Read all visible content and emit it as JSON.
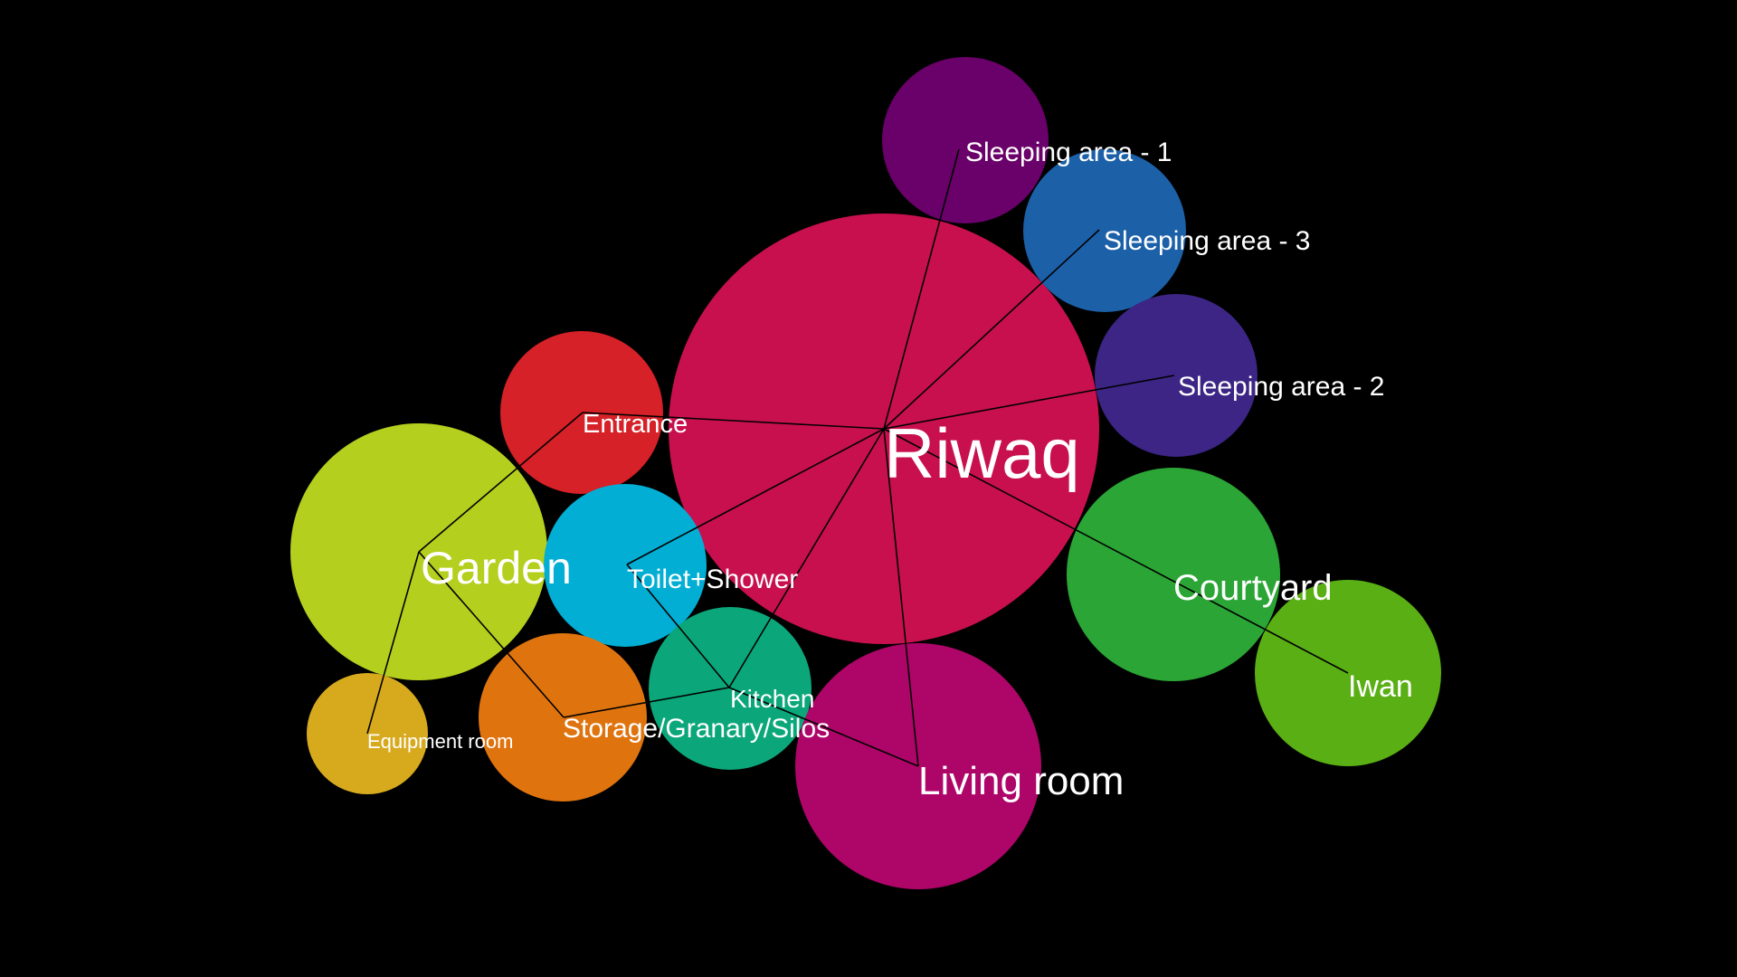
{
  "diagram": {
    "background": "#000000",
    "edge_color": "#000000",
    "nodes": [
      {
        "id": "riwaq",
        "label": "Riwaq",
        "color": "#C8104E"
      },
      {
        "id": "sleeping1",
        "label": "Sleeping area - 1",
        "color": "#6A006A"
      },
      {
        "id": "sleeping3",
        "label": "Sleeping area - 3",
        "color": "#1C60A8"
      },
      {
        "id": "sleeping2",
        "label": "Sleeping area - 2",
        "color": "#3C2585"
      },
      {
        "id": "entrance",
        "label": "Entrance",
        "color": "#D52127"
      },
      {
        "id": "garden",
        "label": "Garden",
        "color": "#B5CF1E"
      },
      {
        "id": "toilet",
        "label": "Toilet+Shower",
        "color": "#02AED4"
      },
      {
        "id": "courtyard",
        "label": "Courtyard",
        "color": "#2BA535"
      },
      {
        "id": "iwan",
        "label": "Iwan",
        "color": "#5AAF14"
      },
      {
        "id": "kitchen",
        "label": "Kitchen",
        "color": "#0BA77A"
      },
      {
        "id": "storage",
        "label": "Storage/Granary/Silos",
        "color": "#DF740F"
      },
      {
        "id": "equipment",
        "label": "Equipment room",
        "color": "#D7AA1E"
      },
      {
        "id": "living",
        "label": "Living room",
        "color": "#AE0569"
      }
    ],
    "edges": [
      [
        "riwaq",
        "sleeping1"
      ],
      [
        "riwaq",
        "sleeping3"
      ],
      [
        "riwaq",
        "sleeping2"
      ],
      [
        "riwaq",
        "entrance"
      ],
      [
        "riwaq",
        "toilet"
      ],
      [
        "riwaq",
        "kitchen"
      ],
      [
        "riwaq",
        "living"
      ],
      [
        "riwaq",
        "iwan"
      ],
      [
        "entrance",
        "garden"
      ],
      [
        "garden",
        "equipment"
      ],
      [
        "garden",
        "storage"
      ],
      [
        "toilet",
        "kitchen"
      ],
      [
        "storage",
        "kitchen"
      ],
      [
        "kitchen",
        "living"
      ]
    ]
  }
}
